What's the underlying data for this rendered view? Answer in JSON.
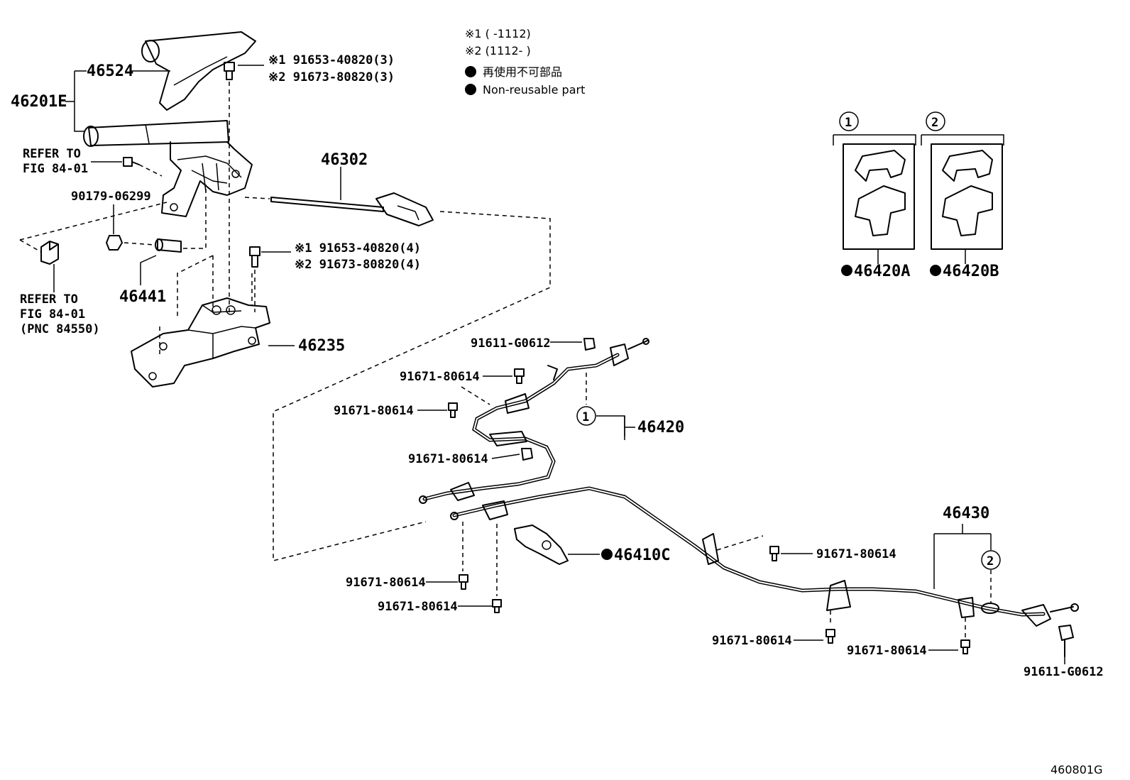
{
  "diagram_id": "460801G",
  "legend": {
    "note1": "※1 (      -1112)",
    "note2": "※2 (1112-      )",
    "nonreusable_jp": "再使用不可部品",
    "nonreusable_en": "Non-reusable part"
  },
  "labels": {
    "p46524": "46524",
    "p46201E": "46201E",
    "refer1_line1": "REFER TO",
    "refer1_line2": "FIG 84-01",
    "p90179": "90179-06299",
    "refer2_line1": "REFER TO",
    "refer2_line2": "FIG 84-01",
    "refer2_line3": "(PNC 84550)",
    "p46441": "46441",
    "p46235": "46235",
    "p46302": "46302",
    "bolt3_a": "※1 91653-40820(3)",
    "bolt3_b": "※2 91673-80820(3)",
    "bolt4_a": "※1 91653-40820(4)",
    "bolt4_b": "※2 91673-80820(4)",
    "p91611_top": "91611-G0612",
    "p91671_a": "91671-80614",
    "p91671_b": "91671-80614",
    "p91671_c": "91671-80614",
    "p46420": "46420",
    "p46410C": "46410C",
    "p91671_d": "91671-80614",
    "p91671_e": "91671-80614",
    "p91671_f": "91671-80614",
    "p46430": "46430",
    "p91671_g": "91671-80614",
    "p91671_h": "91671-80614",
    "p91611_bottom": "91611-G0612",
    "p46420A": "46420A",
    "p46420B": "46420B",
    "ref1": "1",
    "ref2": "2"
  }
}
